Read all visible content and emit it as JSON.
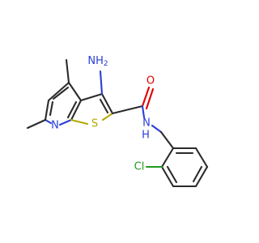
{
  "atoms": {
    "amine": "NH",
    "amine_sub": "2",
    "carbonyl_o": "O",
    "amide_n": "N",
    "amide_h": "H",
    "pyridine_n": "N",
    "thio_s": "S",
    "chlorine": "Cl"
  },
  "colors": {
    "bond": "#2b2b2b",
    "nitrogen": "#2a3fd6",
    "sulfur": "#b6a800",
    "oxygen": "#e00000",
    "chlorine": "#1f9a1f"
  }
}
